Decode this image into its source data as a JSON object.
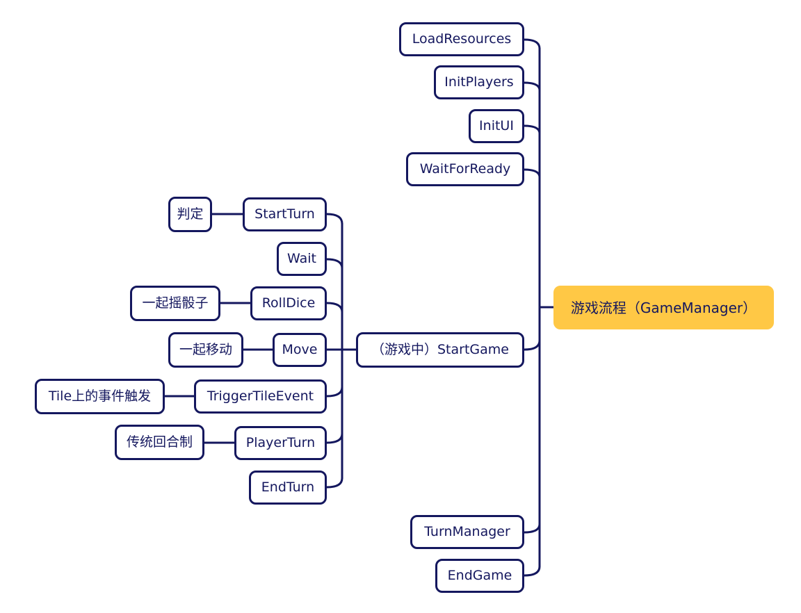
{
  "root": {
    "label": "游戏流程（GameManager）"
  },
  "main_branches": [
    {
      "label": "LoadResources"
    },
    {
      "label": "InitPlayers"
    },
    {
      "label": "InitUI"
    },
    {
      "label": "WaitForReady"
    },
    {
      "label": "（游戏中）StartGame"
    },
    {
      "label": "TurnManager"
    },
    {
      "label": "EndGame"
    }
  ],
  "game_steps": [
    {
      "label": "StartTurn",
      "detail": "判定"
    },
    {
      "label": "Wait"
    },
    {
      "label": "RollDice",
      "detail": "一起摇骰子"
    },
    {
      "label": "Move",
      "detail": "一起移动"
    },
    {
      "label": "TriggerTileEvent",
      "detail": "Tile上的事件触发"
    },
    {
      "label": "PlayerTurn",
      "detail": "传统回合制"
    },
    {
      "label": "EndTurn"
    }
  ],
  "colors": {
    "stroke": "#14175e",
    "root_fill": "#ffc845",
    "node_fill": "#ffffff",
    "text": "#14175e"
  }
}
